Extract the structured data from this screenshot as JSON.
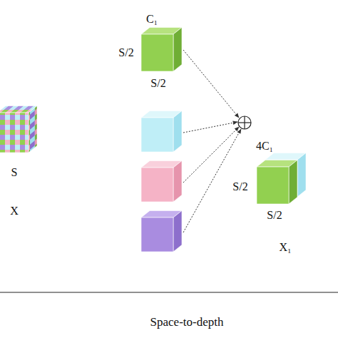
{
  "diagram": {
    "nodes": [
      {
        "text": [
          "S",
          "X"
        ]
      },
      {
        "text": [
          "C₁",
          "S/2",
          "S/2"
        ]
      },
      {
        "text": [
          "4C₁",
          "S/2",
          "S/2",
          "X₁"
        ]
      }
    ],
    "labels": [
      "Space-to-depth"
    ]
  }
}
